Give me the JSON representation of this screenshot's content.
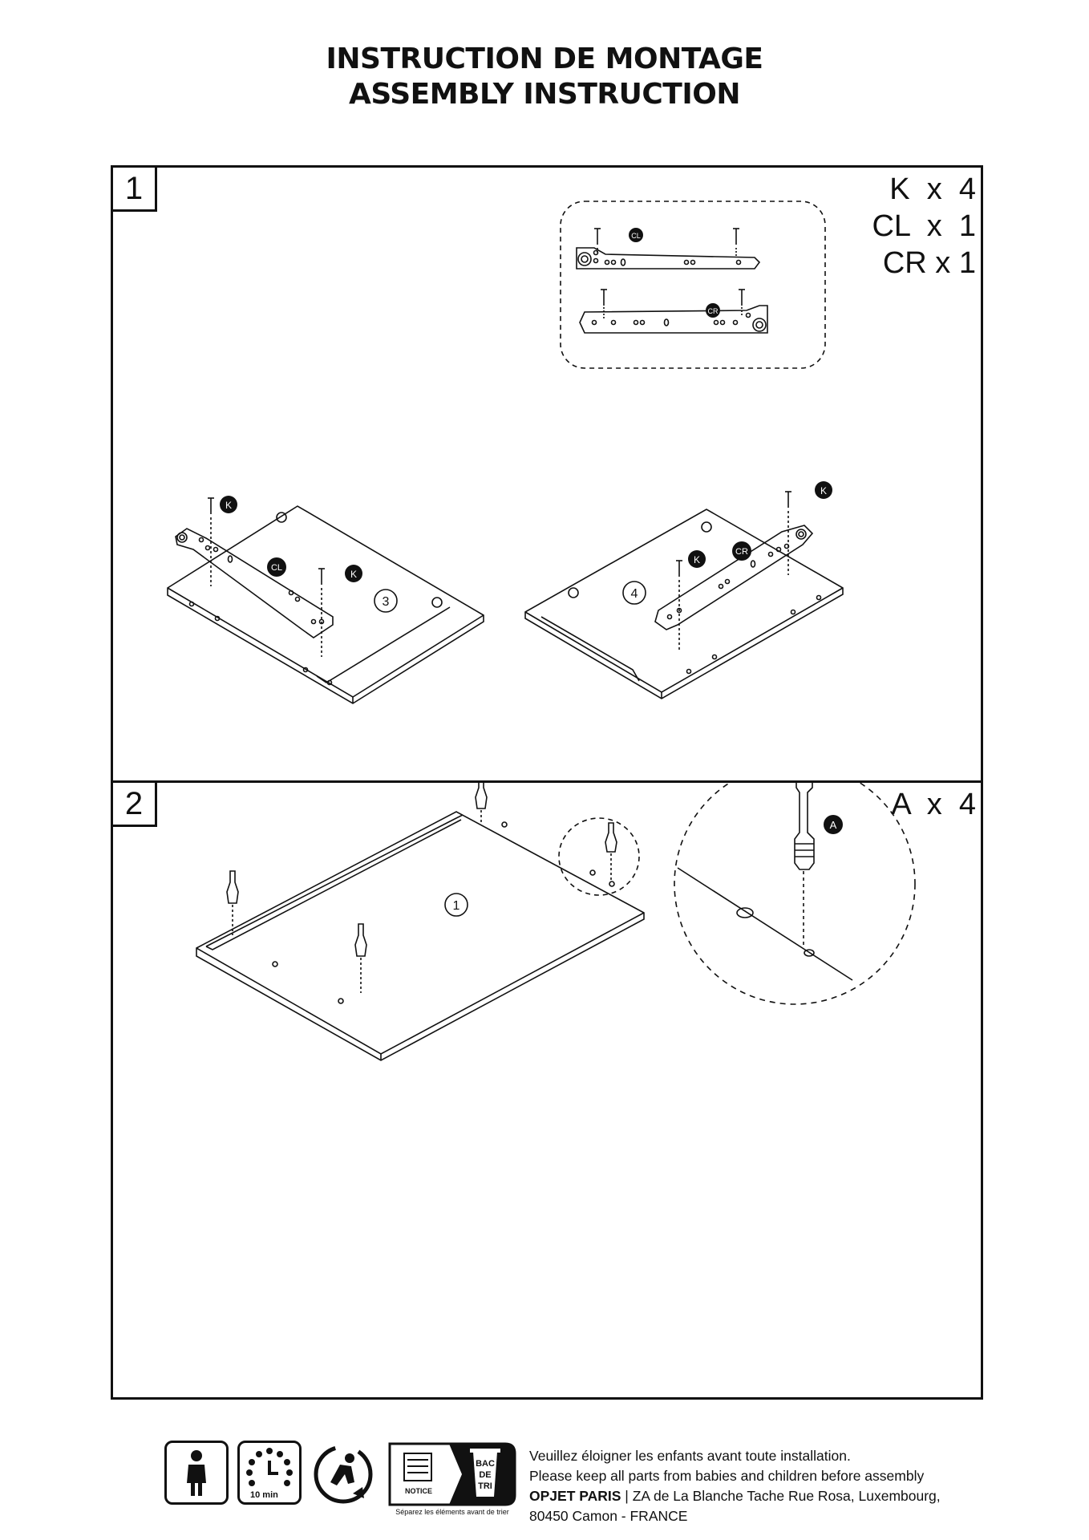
{
  "header": {
    "title_fr": "INSTRUCTION DE MONTAGE",
    "title_en": "ASSEMBLY INSTRUCTION"
  },
  "steps": [
    {
      "number": "1",
      "quantities": [
        "K  x  4",
        "CL  x  1",
        "CR x 1"
      ],
      "labels": {
        "k": "K",
        "cl": "CL",
        "cr": "CR",
        "panel_3": "3",
        "panel_4": "4"
      }
    },
    {
      "number": "2",
      "quantities": [
        "A  x  4"
      ],
      "labels": {
        "a": "A",
        "panel_1": "1"
      }
    }
  ],
  "footer": {
    "line1": "Veuillez éloigner les enfants avant toute installation.",
    "line2": "Please keep all parts from babies and children before assembly",
    "company": "OPJET PARIS",
    "address1": " | ZA de La Blanche Tache Rue Rosa, Luxembourg,",
    "address2": "80450 Camon - FRANCE",
    "time_label": "10 min",
    "notice_label": "NOTICE",
    "bin_label_1": "BAC",
    "bin_label_2": "DE",
    "bin_label_3": "TRI",
    "sort_caption": "Séparez les éléments avant de trier"
  },
  "icons": [
    "person-icon",
    "clock-icon",
    "recycle-icon",
    "notice-icon",
    "sorting-bin-icon",
    "screw-icon",
    "rail-icon",
    "cam-bolt-icon"
  ]
}
